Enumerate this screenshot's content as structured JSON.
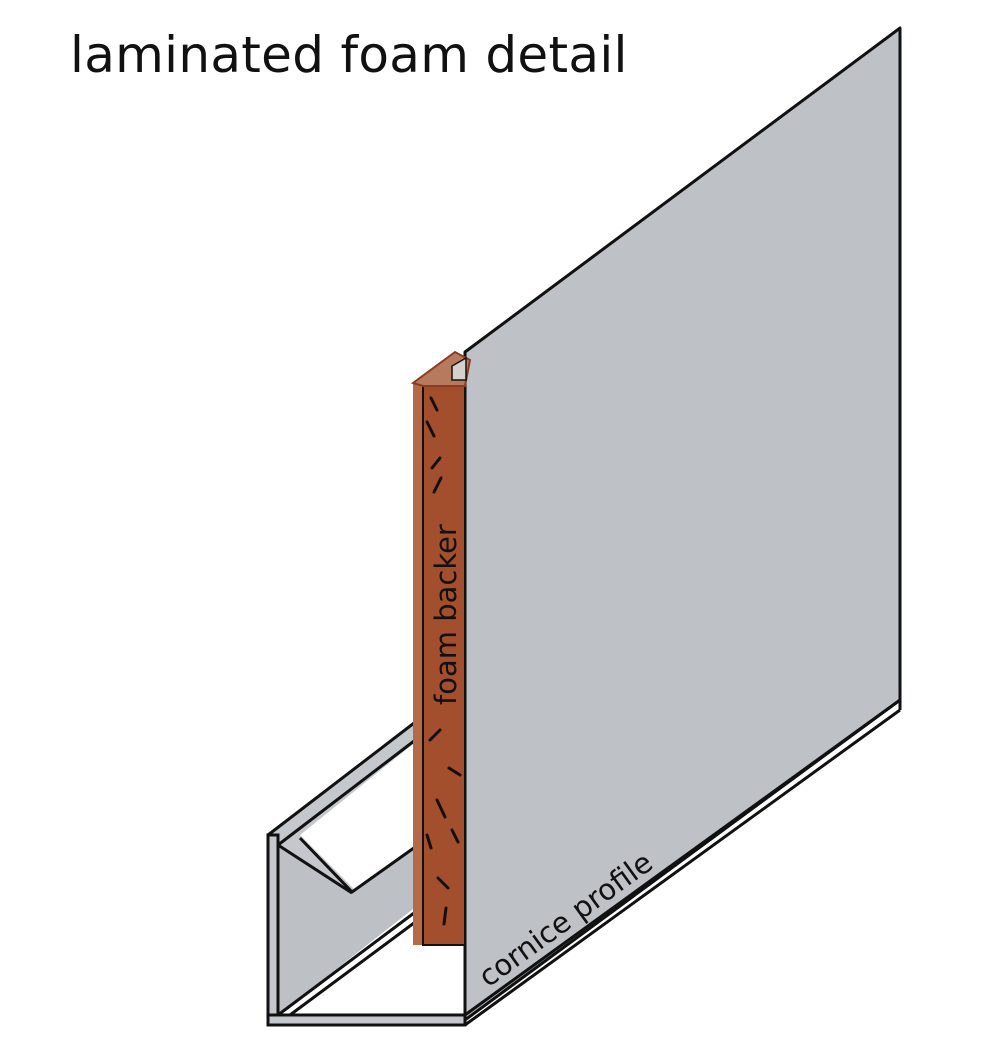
{
  "title": "laminated foam detail",
  "labels": {
    "foam_backer": "foam backer",
    "cornice_profile": "cornice profile"
  },
  "colors": {
    "panel_fill": "#bec1c5",
    "panel_side_fill": "#c4c7cb",
    "foam_fill": "#a34e2d",
    "foam_edge": "#b87a5c",
    "outline": "#111111",
    "background": "#ffffff"
  }
}
